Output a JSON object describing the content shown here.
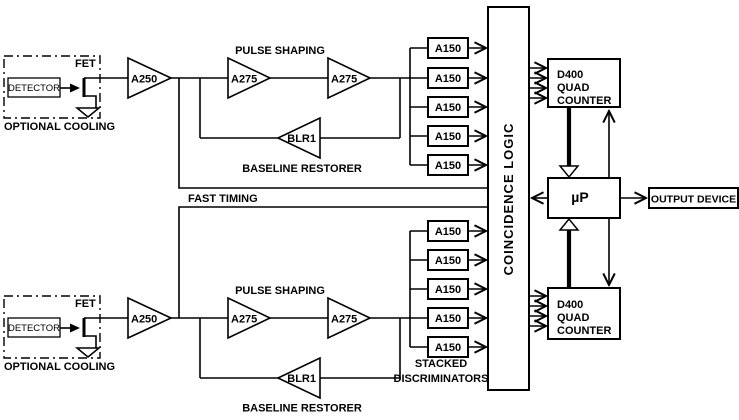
{
  "colors": {
    "ink": "#000000",
    "paper": "#ffffff"
  },
  "channels": [
    {
      "detector": "DETECTOR",
      "fet": "FET",
      "cooling": "OPTIONAL COOLING",
      "preamp": "A250",
      "pulse_shaping": "PULSE SHAPING",
      "shaper_a": "A275",
      "shaper_b": "A275",
      "restorer": "BLR1",
      "restorer_caption": "BASELINE RESTORER",
      "discriminators": [
        "A150",
        "A150",
        "A150",
        "A150",
        "A150"
      ]
    },
    {
      "detector": "DETECTOR",
      "fet": "FET",
      "cooling": "OPTIONAL COOLING",
      "preamp": "A250",
      "pulse_shaping": "PULSE SHAPING",
      "shaper_a": "A275",
      "shaper_b": "A275",
      "restorer": "BLR1",
      "restorer_caption": "BASELINE RESTORER",
      "discriminators": [
        "A150",
        "A150",
        "A150",
        "A150",
        "A150"
      ]
    }
  ],
  "fast_timing": "FAST TIMING",
  "stacked_line1": "STACKED",
  "stacked_line2": "DISCRIMINATORS",
  "coincidence": "COINCIDENCE LOGIC",
  "counters": [
    {
      "line1": "D400",
      "line2": "QUAD",
      "line3": "COUNTER"
    },
    {
      "line1": "D400",
      "line2": "QUAD",
      "line3": "COUNTER"
    }
  ],
  "processor": "µP",
  "output_device": "OUTPUT DEVICE"
}
